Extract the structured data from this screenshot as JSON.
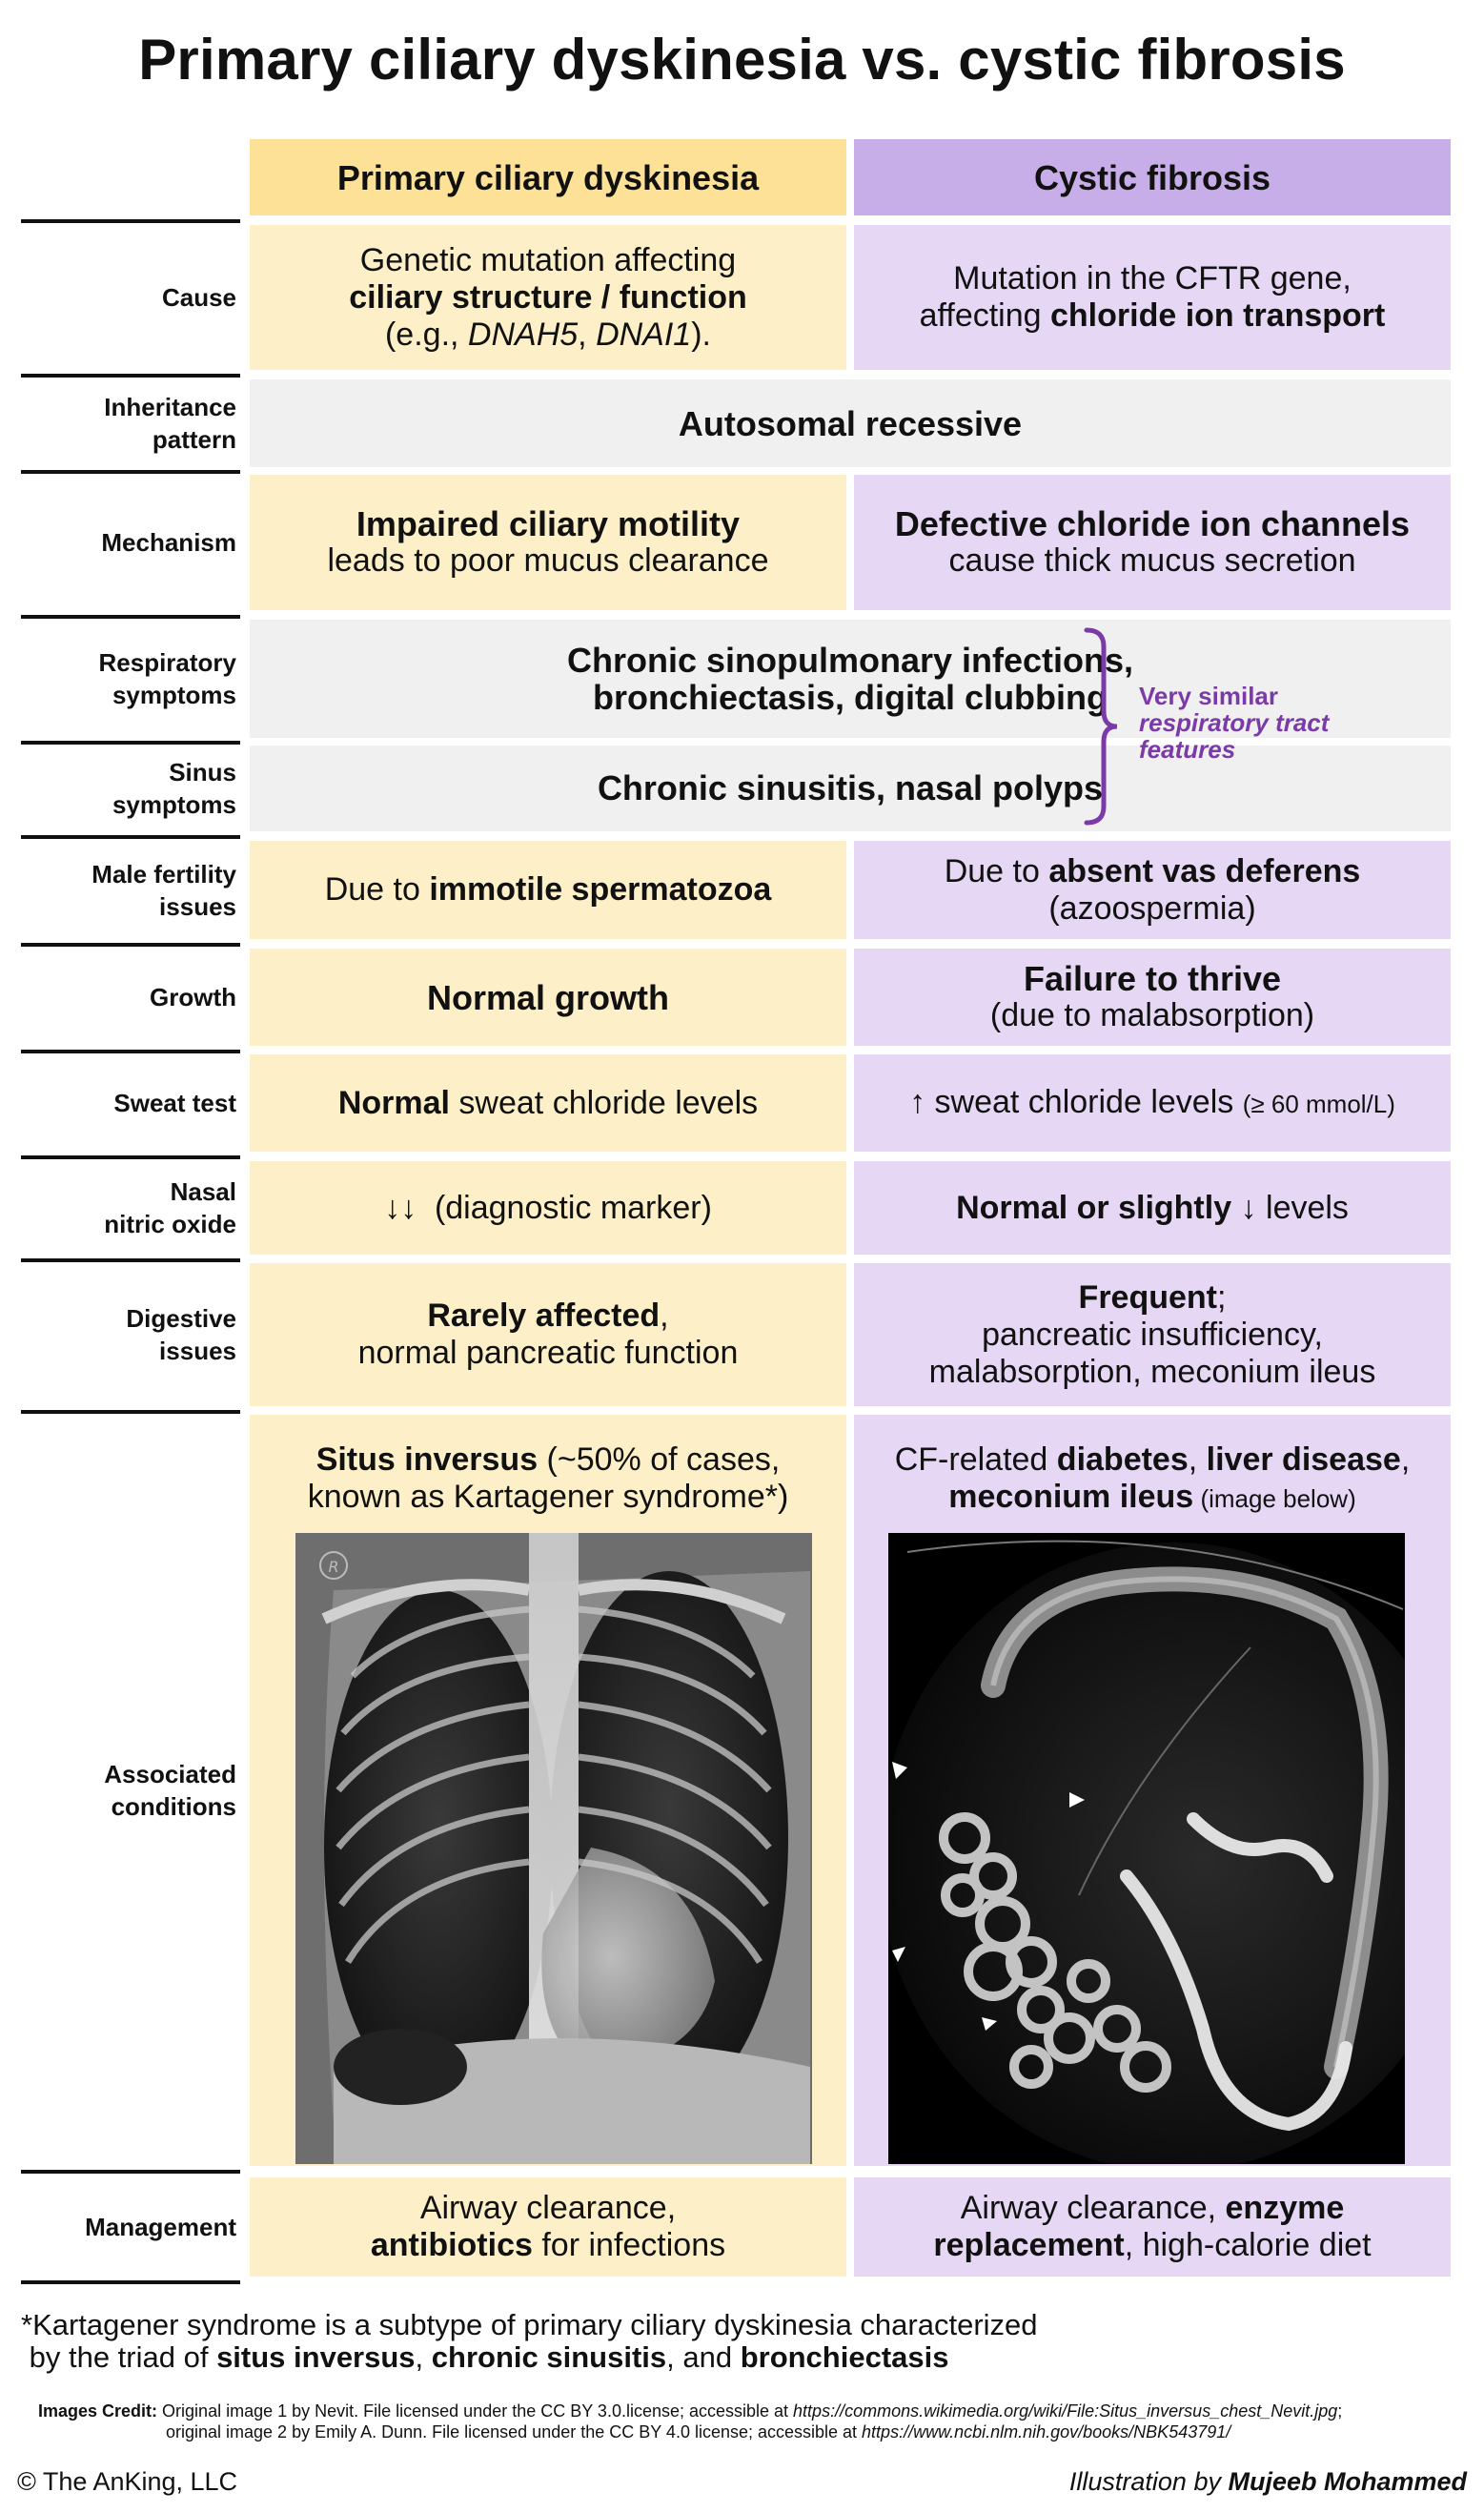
{
  "title": "Primary ciliary dyskinesia vs. cystic fibrosis",
  "headers": {
    "pcd": "Primary ciliary dyskinesia",
    "cf": "Cystic fibrosis"
  },
  "rows": {
    "cause": {
      "label": "Cause",
      "pcd": {
        "l1": "Genetic mutation affecting",
        "l2": "ciliary structure / function",
        "l3a": "(e.g., ",
        "l3b": "DNAH5",
        "l3c": ", ",
        "l3d": "DNAI1",
        "l3e": ")."
      },
      "cf": {
        "l1": "Mutation in the CFTR gene,",
        "l2a": "affecting ",
        "l2b": "chloride ion transport"
      }
    },
    "inheritance": {
      "label1": "Inheritance",
      "label2": "pattern",
      "shared": "Autosomal recessive"
    },
    "mechanism": {
      "label": "Mechanism",
      "pcd": {
        "l1": "Impaired ciliary motility",
        "l2": "leads to poor mucus clearance"
      },
      "cf": {
        "l1": "Defective chloride ion channels",
        "l2": "cause thick mucus secretion"
      }
    },
    "respiratory": {
      "label1": "Respiratory",
      "label2": "symptoms",
      "l1": "Chronic sinopulmonary infections,",
      "l2": "bronchiectasis, digital clubbing"
    },
    "sinus": {
      "label1": "Sinus",
      "label2": "symptoms",
      "text": "Chronic sinusitis, nasal polyps"
    },
    "similar_note": {
      "l1": "Very similar",
      "l2": "respiratory tract",
      "l3": "features"
    },
    "fertility": {
      "label1": "Male fertility",
      "label2": "issues",
      "pcd": {
        "a": "Due to ",
        "b": "immotile spermatozoa"
      },
      "cf": {
        "a": "Due to ",
        "b": "absent vas deferens",
        "l2": "(azoospermia)"
      }
    },
    "growth": {
      "label": "Growth",
      "pcd": "Normal growth",
      "cf": {
        "l1": "Failure to thrive",
        "l2": "(due to malabsorption)"
      }
    },
    "sweat": {
      "label": "Sweat test",
      "pcd": {
        "a": "Normal",
        "b": " sweat chloride levels"
      },
      "cf": {
        "a": "↑ sweat chloride levels ",
        "b": "(≥ 60 mmol/L)"
      }
    },
    "nitric": {
      "label1": "Nasal",
      "label2": "nitric oxide",
      "pcd": "↓↓  (diagnostic marker)",
      "cf": {
        "a": "Normal or slightly ↓",
        "b": " levels"
      }
    },
    "digestive": {
      "label1": "Digestive",
      "label2": "issues",
      "pcd": {
        "a": "Rarely affected",
        "b": ",",
        "l2": "normal pancreatic function"
      },
      "cf": {
        "a": "Frequent",
        "b": ";",
        "l2": "pancreatic insufficiency,",
        "l3": "malabsorption, meconium ileus"
      }
    },
    "associated": {
      "label1": "Associated",
      "label2": "conditions",
      "pcd": {
        "a": "Situs inversus",
        "b": " (~50% of cases,",
        "l2": "known as Kartagener syndrome*)"
      },
      "cf": {
        "a": "CF-related ",
        "b": "diabetes",
        "c": ", ",
        "d": "liver disease",
        "e": ",",
        "f": "meconium ileus",
        "g": " (image below)"
      },
      "xray_marker": "R"
    },
    "management": {
      "label": "Management",
      "pcd": {
        "l1": "Airway clearance,",
        "a": "antibiotics",
        "b": " for infections"
      },
      "cf": {
        "a": "Airway clearance, ",
        "b": "enzyme",
        "c": "replacement",
        "d": ", high-calorie diet"
      }
    }
  },
  "footnote": {
    "l1": "*Kartagener syndrome is a subtype of primary ciliary dyskinesia characterized",
    "l2a": " by the triad of ",
    "l2b": "situs inversus",
    "l2c": ", ",
    "l2d": "chronic sinusitis",
    "l2e": ", and ",
    "l2f": "bronchiectasis"
  },
  "credit": {
    "label": "Images Credit:",
    "l1": " Original image 1 by Nevit. File licensed under the CC BY 3.0.license; accessible at ",
    "url1": "https://commons.wikimedia.org/wiki/File:Situs_inversus_chest_Nevit.jpg",
    "l1end": ";",
    "l2": "original image 2 by Emily A. Dunn. File licensed under the CC BY 4.0 license; accessible at ",
    "url2": "https://www.ncbi.nlm.nih.gov/books/NBK543791/"
  },
  "copyright": "© The AnKing, LLC",
  "illustration": {
    "a": "Illustration by ",
    "b": "Mujeeb Mohammed"
  },
  "colors": {
    "pcd_header": "#fde196",
    "pcd_cell": "#fdf0c8",
    "cf_header": "#c8aee8",
    "cf_cell": "#e6d8f4",
    "shared": "#f0f0f0",
    "brace": "#7a3aa8"
  }
}
